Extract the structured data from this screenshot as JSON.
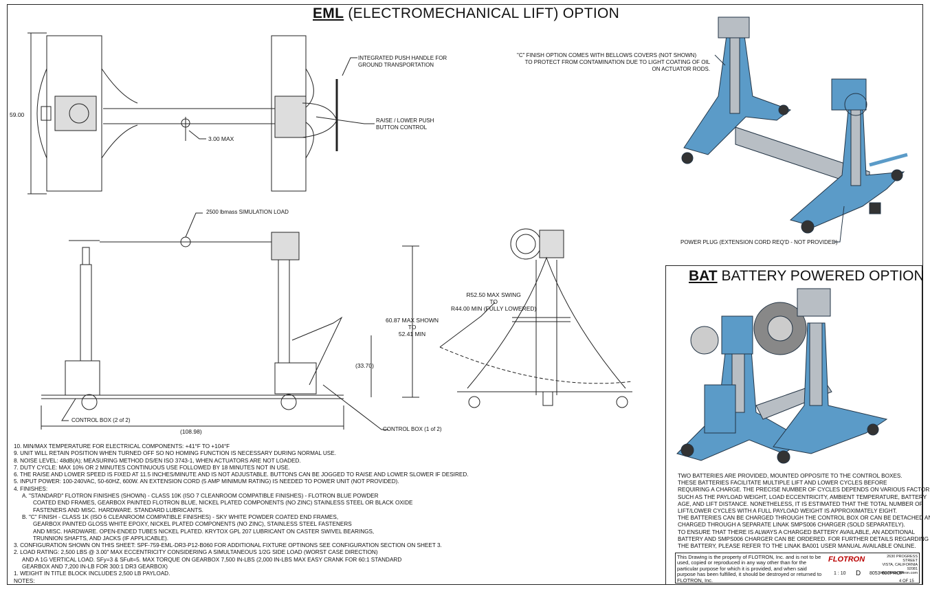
{
  "title": {
    "bold": "EML",
    "rest": " (ELECTROMECHANICAL LIFT) OPTION"
  },
  "bat_title": {
    "bold": "BAT",
    "rest": " BATTERY POWERED OPTION"
  },
  "callouts": {
    "push_handle": [
      "INTEGRATED PUSH HANDLE FOR",
      "GROUND TRANSPORTATION"
    ],
    "raise_lower": [
      "RAISE / LOWER PUSH",
      "BUTTON CONTROL"
    ],
    "sim_load": "2500 lbmass SIMULATION LOAD",
    "finish_c": [
      "\"C\" FINISH OPTION COMES WITH BELLOWS COVERS (NOT SHOWN)",
      "TO PROTECT FROM CONTAMINATION DUE TO LIGHT COATING OF OIL",
      "ON ACTUATOR RODS."
    ],
    "power_plug": "POWER PLUG (EXTENSION CORD REQ'D - NOT PROVIDED)",
    "control_box_2": "CONTROL BOX (2 of 2)",
    "control_box_1": "CONTROL BOX (1 of 2)"
  },
  "dimensions": {
    "width": "59.00",
    "max_ecc": "3.00 MAX",
    "height": [
      "60.87 MAX SHOWN",
      "TO",
      "52.41 MIN"
    ],
    "swing": [
      "R52.50 MAX SWING",
      "TO",
      "R44.00 MIN (FULLY LOWERED)"
    ],
    "side": "(33.70)",
    "length": "(108.98)"
  },
  "notes": [
    {
      "cls": "",
      "text": "10. MIN/MAX TEMPERATURE FOR ELECTRICAL COMPONENTS: +41°F TO +104°F"
    },
    {
      "cls": "",
      "text": "9.  UNIT WILL RETAIN POSITION WHEN TURNED OFF SO NO HOMING FUNCTION IS NECESSARY DURING NORMAL USE."
    },
    {
      "cls": "",
      "text": "8.  NOISE LEVEL: 48dB(A); MEASURING METHOD DS/EN ISO 3743-1, WHEN ACTUATORS ARE NOT LOADED."
    },
    {
      "cls": "",
      "text": "7.  DUTY CYCLE: MAX 10% OR 2 MINUTES CONTINUOUS USE FOLLOWED BY 18 MINUTES NOT IN USE."
    },
    {
      "cls": "",
      "text": "6.  THE RAISE AND LOWER SPEED IS FIXED AT 11.5 INCHES/MINUTE AND IS NOT ADJUSTABLE.  BUTTONS CAN BE JOGGED TO RAISE AND LOWER SLOWER IF DESIRED."
    },
    {
      "cls": "",
      "text": "5.  INPUT POWER: 100-240VAC, 50-60HZ, 600W.  AN EXTENSION CORD (5 AMP MINIMUM RATING) IS NEEDED TO POWER UNIT (NOT PROVIDED)."
    },
    {
      "cls": "",
      "text": "4.  FINISHES:"
    },
    {
      "cls": "ind1",
      "text": "A.  \"STANDARD\" FLOTRON FINISHES (SHOWN) - CLASS 10K (ISO 7 CLEANROOM COMPATIBLE FINISHES) - FLOTRON BLUE POWDER"
    },
    {
      "cls": "ind2",
      "text": "COATED END FRAMES, GEARBOX PAINTED FLOTRON BLUE, NICKEL PLATED COMPONENTS (NO ZINC) STAINLESS STEEL OR BLACK OXIDE"
    },
    {
      "cls": "ind2",
      "text": "FASTENERS AND MISC. HARDWARE. STANDARD LUBRICANTS."
    },
    {
      "cls": "ind1",
      "text": "B.  \"C\" FINISH - CLASS 1K (ISO 6 CLEANROOM COMPATIBLE FINISHES) -  SKY WHITE POWDER COATED END FRAMES,"
    },
    {
      "cls": "ind2",
      "text": "GEARBOX PAINTED GLOSS WHITE EPOXY, NICKEL PLATED COMPONENTS (NO ZINC), STAINLESS STEEL FASTENERS"
    },
    {
      "cls": "ind2",
      "text": "AND MISC. HARDWARE.  OPEN-ENDED TUBES NICKEL PLATED. KRYTOX GPL 207 LUBRICANT ON CASTER SWIVEL BEARINGS,"
    },
    {
      "cls": "ind2",
      "text": "TRUNNION SHAFTS, AND JACKS (IF APPLICABLE)."
    },
    {
      "cls": "",
      "text": "3.  CONFIGURATION SHOWN ON THIS SHEET: SPF-759-EML-DR3-P12-B060 FOR ADDITIONAL FIXTURE OPTINONS SEE CONFIGURATION SECTION ON SHEET 3."
    },
    {
      "cls": "",
      "text": "2.  LOAD RATING: 2,500 LBS @ 3.00\" MAX ECCENTRICITY CONSIDERING A SIMULTANEOUS 1/2G SIDE LOAD (WORST CASE DIRECTION)"
    },
    {
      "cls": "ind1",
      "text": "AND A 1G VERTICAL LOAD.  SFy=3 & SFult=5.  MAX TORQUE ON GEARBOX 7,500 IN-LBS (2,000 IN-LBS MAX EASY CRANK FOR 60:1 STANDARD"
    },
    {
      "cls": "ind1",
      "text": "GEARBOX AND 7,200 IN-LB FOR 300:1 DR3 GEARBOX)"
    },
    {
      "cls": "",
      "text": "1.  WEIGHT IN TITLE BLOCK INCLUDES 2,500 LB PAYLOAD."
    },
    {
      "cls": "",
      "text": "NOTES:"
    }
  ],
  "bat_text": [
    "TWO BATTERIES ARE PROVIDED, MOUNTED OPPOSITE TO THE CONTROL BOXES.",
    "THESE BATTERIES FACILITATE MULTIPLE LIFT AND LOWER CYCLES BEFORE",
    "REQUIRING A CHARGE. THE PRECISE NUMBER OF CYCLES DEPENDS ON VARIOUS FACTORS",
    "SUCH AS THE PAYLOAD WEIGHT, LOAD ECCENTRICITY, AMBIENT TEMPERATURE, BATTERY",
    "AGE, AND LIFT DISTANCE. NONETHELESS, IT IS ESTIMATED THAT THE TOTAL NUMBER OF",
    "LIFT/LOWER CYCLES WITH A FULL PAYLOAD WEIGHT IS APPROXIMATELY EIGHT.",
    "THE BATTERIES CAN BE CHARGED THROUGH THE CONTROL BOX OR CAN BE DETACHED AND",
    "CHARGED THROUGH A SEPARATE LINAK SMPS006 CHARGER (SOLD SEPARATELY).",
    "TO ENSURE THAT THERE IS ALWAYS A CHARGED BATTERY AVAILABLE, AN ADDITIONAL",
    "BATTERY AND SMPS006 CHARGER CAN BE ORDERED. FOR FURTHER DETAILS REGARDING",
    "THE BATTERY, PLEASE REFER TO THE LINAK BA001 USER MANUAL AVAILABLE ONLINE."
  ],
  "title_block": {
    "property": "This Drawing is the property of FLOTRON, Inc. and is not to be used, copied or reproduced in any way other than for the particular purpose for which it is provided, and when said purpose has been fulfilled, it should be destroyed or returned to FLOTRON, Inc.",
    "logo": "FLOTRON",
    "address": [
      "2630 PROGRESS STREET",
      "VISTA, CALIFORNIA 92081",
      "http://www.flotron.com"
    ],
    "scale": "1 : 10",
    "size": "D",
    "drawing_no": "8053-600PROP",
    "sheet": "4  OF 15"
  },
  "colors": {
    "blue": "#5b9bc8",
    "blue_dark": "#3d7aa8",
    "steel": "#b8bec4"
  }
}
